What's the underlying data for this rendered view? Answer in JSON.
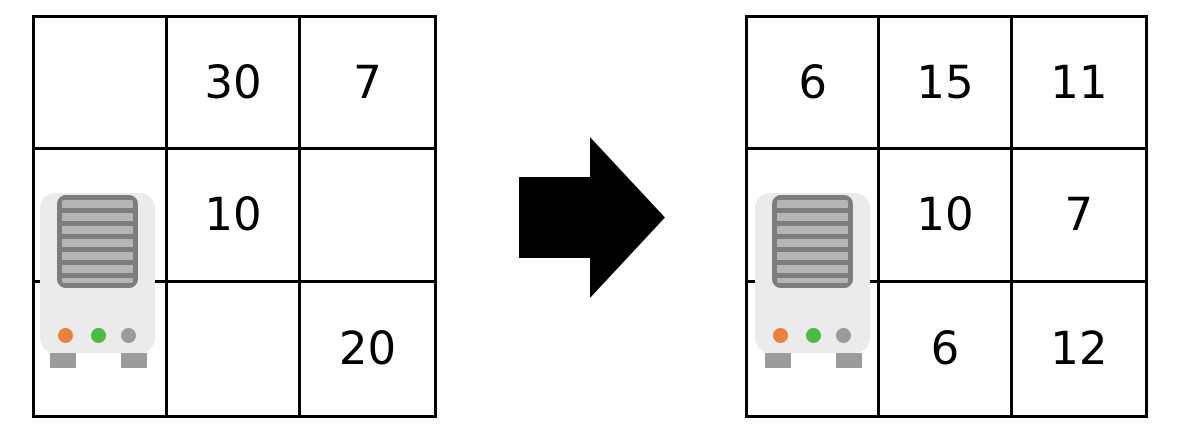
{
  "grids": {
    "left": {
      "rows": [
        [
          "",
          "30",
          "7"
        ],
        [
          "",
          "10",
          ""
        ],
        [
          "",
          "",
          "20"
        ]
      ]
    },
    "right": {
      "rows": [
        [
          "6",
          "15",
          "11"
        ],
        [
          "",
          "10",
          "7"
        ],
        [
          "",
          "6",
          "12"
        ]
      ]
    }
  },
  "arrow": {
    "direction": "right"
  },
  "icons": {
    "server": "server-icon",
    "arrow": "arrow-right-icon"
  },
  "colors": {
    "background": "#ffffff",
    "grid_line": "#000000",
    "number_text": "#000000",
    "arrow": "#000000",
    "server_body": "#ebebeb",
    "server_vent": "#7d7d7d",
    "server_vent_stripe": "#b5b5b5",
    "led_orange": "#e8823e",
    "led_green": "#4cbb44",
    "led_gray": "#9b9b9b",
    "server_foot": "#9b9b9b"
  }
}
